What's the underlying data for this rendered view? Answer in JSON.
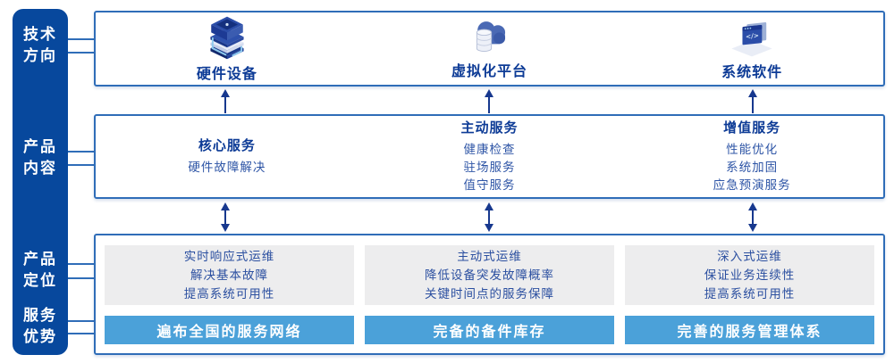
{
  "colors": {
    "sidebar_bg": "#07489D",
    "box_border": "#2F6DB8",
    "arrow": "#17388E",
    "advantage_bar_bg": "#4BA1D9",
    "gray_panel_bg": "#EDEDEE",
    "heading_text": "#0D3B96",
    "body_text": "#2E55A6",
    "bar_text": "#FFFFFF"
  },
  "sidebar": {
    "items": [
      {
        "line1": "技术",
        "line2": "方向"
      },
      {
        "line1": "产品",
        "line2": "内容"
      },
      {
        "line1": "产品",
        "line2": "定位"
      },
      {
        "line1": "服务",
        "line2": "优势"
      }
    ]
  },
  "tech_row": {
    "items": [
      {
        "icon": "server-stack-icon",
        "label": "硬件设备"
      },
      {
        "icon": "cloud-database-icon",
        "label": "虚拟化平台"
      },
      {
        "icon": "code-window-icon",
        "label": "系统软件"
      }
    ]
  },
  "content_row": {
    "columns": [
      {
        "title": "核心服务",
        "items": [
          "硬件故障解决"
        ]
      },
      {
        "title": "主动服务",
        "items": [
          "健康检查",
          "驻场服务",
          "值守服务"
        ]
      },
      {
        "title": "增值服务",
        "items": [
          "性能优化",
          "系统加固",
          "应急预演服务"
        ]
      }
    ]
  },
  "positioning_row": {
    "columns": [
      {
        "points": [
          "实时响应式运维",
          "解决基本故障",
          "提高系统可用性"
        ],
        "advantage": "遍布全国的服务网络"
      },
      {
        "points": [
          "主动式运维",
          "降低设备突发故障概率",
          "关键时间点的服务保障"
        ],
        "advantage": "完备的备件库存"
      },
      {
        "points": [
          "深入式运维",
          "保证业务连续性",
          "提高系统可用性"
        ],
        "advantage": "完善的服务管理体系"
      }
    ]
  }
}
